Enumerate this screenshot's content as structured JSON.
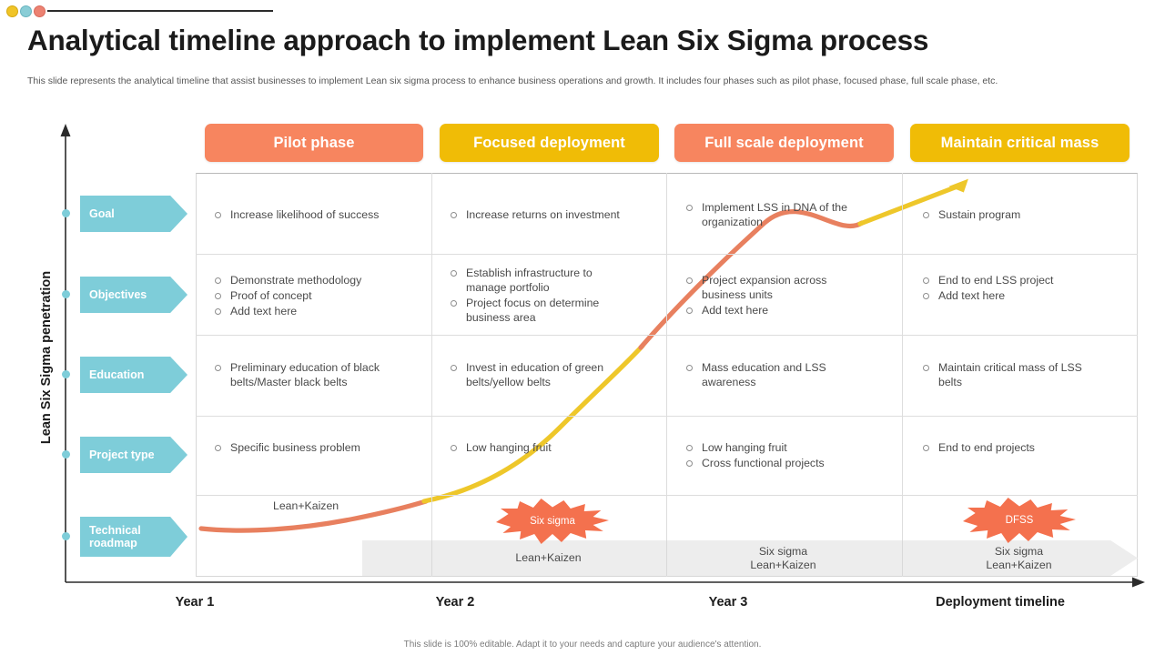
{
  "window": {
    "dots": [
      "yellow-dot",
      "teal-dot",
      "red-dot"
    ],
    "colors": {
      "dot1": "#f0c427",
      "dot2": "#89cdd6",
      "dot3": "#ec8272"
    }
  },
  "header": {
    "title": "Analytical timeline approach to implement Lean Six Sigma process",
    "subtitle": "This slide represents the analytical timeline that assist businesses to implement Lean six sigma process to enhance business operations and growth. It includes four phases such as pilot phase, focused phase, full scale phase, etc."
  },
  "axes": {
    "y_label": "Lean Six Sigma penetration",
    "x_ticks": [
      "Year 1",
      "Year 2",
      "Year 3",
      "Deployment timeline"
    ]
  },
  "phases": [
    {
      "label": "Pilot phase",
      "color": "#f7855f"
    },
    {
      "label": "Focused deployment",
      "color": "#f0bc06"
    },
    {
      "label": "Full scale deployment",
      "color": "#f7855f"
    },
    {
      "label": "Maintain critical mass",
      "color": "#f0bc06"
    }
  ],
  "row_labels": [
    {
      "label": "Goal"
    },
    {
      "label": "Objectives"
    },
    {
      "label": "Education"
    },
    {
      "label": "Project type"
    },
    {
      "label": "Technical roadmap"
    }
  ],
  "rows": [
    {
      "name": "Goal",
      "cells": [
        [
          "Increase likelihood of success"
        ],
        [
          "Increase returns on investment"
        ],
        [
          "Implement LSS in DNA of the organization"
        ],
        [
          "Sustain program"
        ]
      ]
    },
    {
      "name": "Objectives",
      "cells": [
        [
          "Demonstrate methodology",
          "Proof of concept",
          "Add text here"
        ],
        [
          "Establish infrastructure to manage portfolio",
          "Project focus on determine business area"
        ],
        [
          "Project expansion across business units",
          "Add text here"
        ],
        [
          "End to end LSS project",
          "Add text here"
        ]
      ]
    },
    {
      "name": "Education",
      "cells": [
        [
          "Preliminary education of black belts/Master black belts"
        ],
        [
          "Invest in education of green belts/yellow belts"
        ],
        [
          "Mass education and LSS awareness"
        ],
        [
          "Maintain critical mass of LSS belts"
        ]
      ]
    },
    {
      "name": "Project type",
      "cells": [
        [
          "Specific business problem"
        ],
        [
          "Low hanging fruit"
        ],
        [
          "Low hanging fruit",
          "Cross functional projects"
        ],
        [
          "End to end projects"
        ]
      ]
    }
  ],
  "technical_roadmap": {
    "curve_label": "Lean+Kaizen",
    "bursts": [
      {
        "label": "Six sigma",
        "color": "#f4714e"
      },
      {
        "label": "DFSS",
        "color": "#f4714e"
      }
    ],
    "band": [
      {
        "lines": [
          "Lean+Kaizen"
        ]
      },
      {
        "lines": [
          "Six sigma",
          "Lean+Kaizen"
        ]
      },
      {
        "lines": [
          "Six sigma",
          "Lean+Kaizen"
        ]
      }
    ],
    "band_color": "#ededed"
  },
  "footer": {
    "note": "This slide is 100% editable. Adapt it to your needs and capture your audience's attention."
  },
  "theme": {
    "orange": "#f7855f",
    "gold": "#f0bc06",
    "teal": "#7ecdd9",
    "curve_orange": "#e87a5c",
    "curve_gold": "#eec72a",
    "text": "#4a4a4a"
  },
  "chart_data": {
    "type": "line",
    "title": "Analytical timeline approach to implement Lean Six Sigma process",
    "xlabel": "Deployment timeline",
    "ylabel": "Lean Six Sigma penetration",
    "x_tick_labels": [
      "Year 1",
      "Year 2",
      "Year 3",
      "Deployment timeline"
    ],
    "grid": true,
    "legend": "none",
    "series": [
      {
        "name": "Lean Six Sigma penetration curve",
        "segments": [
          {
            "color": "#e87a5c",
            "label": "Lean+Kaizen",
            "points": [
              [
                0.0,
                0.06
              ],
              [
                0.1,
                0.07
              ],
              [
                0.2,
                0.09
              ],
              [
                0.27,
                0.12
              ]
            ]
          },
          {
            "color": "#eec72a",
            "label": "Six sigma ramp",
            "points": [
              [
                0.27,
                0.12
              ],
              [
                0.38,
                0.22
              ],
              [
                0.48,
                0.38
              ],
              [
                0.55,
                0.52
              ]
            ]
          },
          {
            "color": "#e87a5c",
            "label": "Full scale growth",
            "points": [
              [
                0.55,
                0.52
              ],
              [
                0.64,
                0.68
              ],
              [
                0.72,
                0.82
              ],
              [
                0.79,
                0.92
              ]
            ]
          },
          {
            "color": "#eec72a",
            "label": "Maintain critical mass",
            "points": [
              [
                0.79,
                0.92
              ],
              [
                0.9,
                0.99
              ],
              [
                0.94,
                1.0
              ]
            ]
          }
        ],
        "arrow_head": {
          "x": 0.94,
          "y": 1.0,
          "color": "#eec72a"
        }
      }
    ],
    "annotations": [
      {
        "text": "Lean+Kaizen",
        "x": 0.1,
        "y": 0.13
      },
      {
        "text": "Six sigma",
        "x": 0.4,
        "y": 0.08,
        "shape": "starburst",
        "color": "#f4714e"
      },
      {
        "text": "DFSS",
        "x": 0.9,
        "y": 0.08,
        "shape": "starburst",
        "color": "#f4714e"
      }
    ]
  }
}
